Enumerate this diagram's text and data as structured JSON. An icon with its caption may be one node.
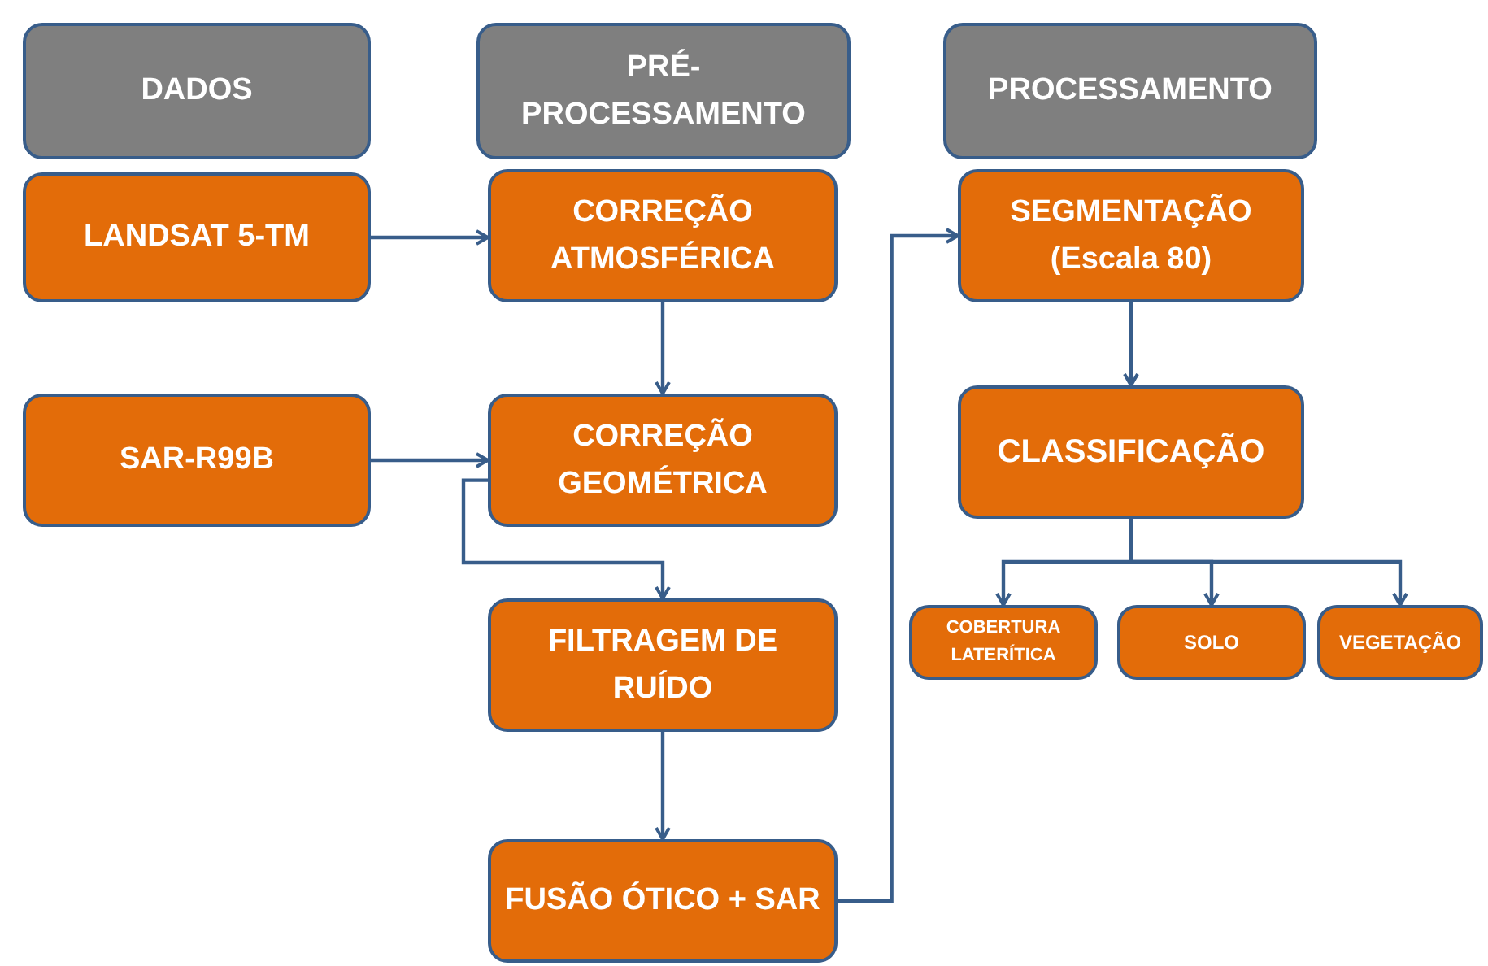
{
  "diagram": {
    "nodes": [
      {
        "text": [
          "DADOS"
        ]
      },
      {
        "text": [
          "PRÉ-PROCESSAMENTO"
        ]
      },
      {
        "text": [
          "PROCESSAMENTO"
        ]
      },
      {
        "text": [
          "LANDSAT 5-TM"
        ]
      },
      {
        "text": [
          "CORREÇÃO ATMOSFÉRICA"
        ]
      },
      {
        "text": [
          "SEGMENTAÇÃO (Escala 80)"
        ]
      },
      {
        "text": [
          "SAR-R99B"
        ]
      },
      {
        "text": [
          "CORREÇÃO GEOMÉTRICA"
        ]
      },
      {
        "text": [
          "CLASSIFICAÇÃO"
        ]
      },
      {
        "text": [
          "FILTRAGEM DE RUÍDO"
        ]
      },
      {
        "text": [
          "COBERTURA LATERÍTICA"
        ]
      },
      {
        "text": [
          "SOLO"
        ]
      },
      {
        "text": [
          "VEGETAÇÃO"
        ]
      },
      {
        "text": [
          "FUSÃO ÓTICO + SAR"
        ]
      }
    ],
    "edges": [
      {
        "from": 3,
        "to": 4,
        "arrow": "to"
      },
      {
        "from": 4,
        "to": 7,
        "arrow": "to"
      },
      {
        "from": 6,
        "to": 7,
        "arrow": "to"
      },
      {
        "from": 7,
        "to": 9,
        "arrow": "to"
      },
      {
        "from": 9,
        "to": 13,
        "arrow": "to"
      },
      {
        "from": 13,
        "to": 5,
        "arrow": "to"
      },
      {
        "from": 5,
        "to": 8,
        "arrow": "to"
      },
      {
        "from": 8,
        "to": 10,
        "arrow": "to"
      },
      {
        "from": 8,
        "to": 11,
        "arrow": "to"
      },
      {
        "from": 8,
        "to": 12,
        "arrow": "to"
      }
    ]
  }
}
